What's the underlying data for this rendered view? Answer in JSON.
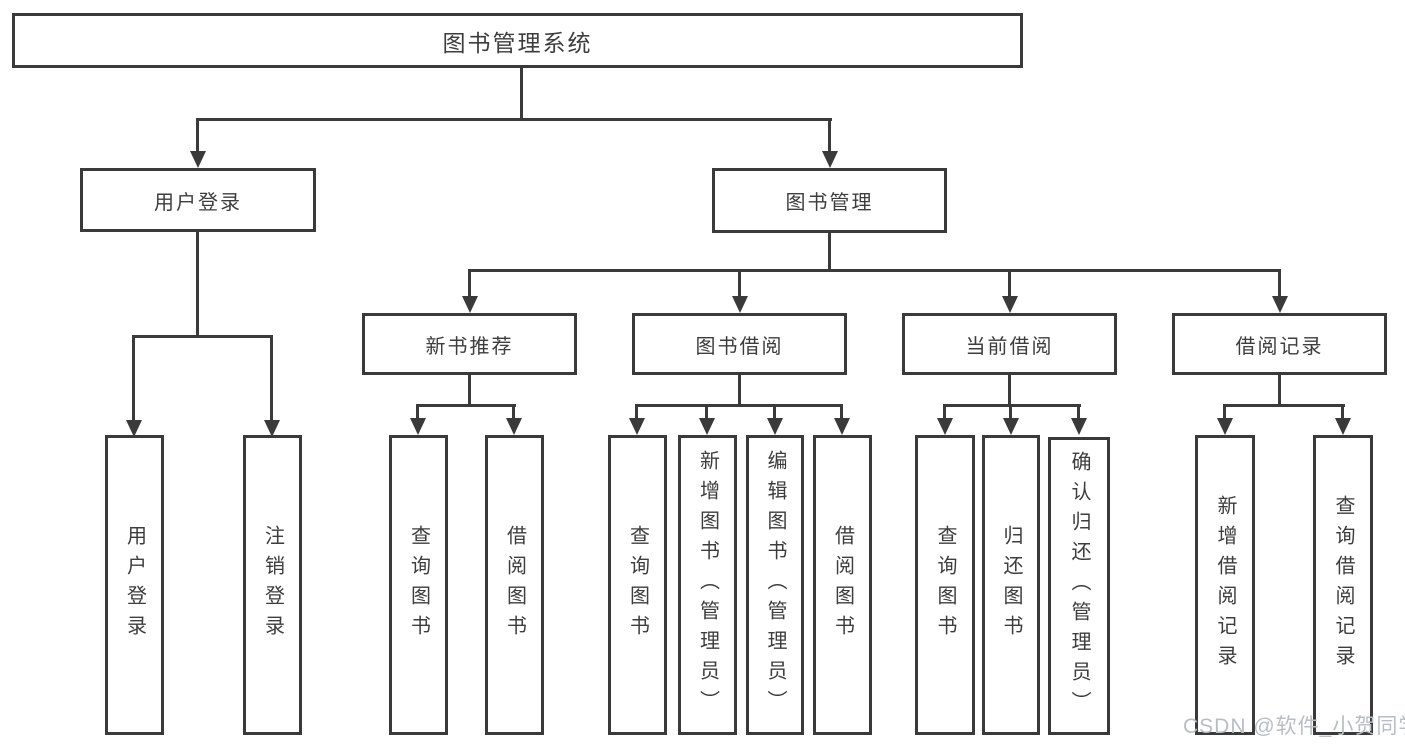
{
  "diagram": {
    "title": "图书管理系统",
    "level2": {
      "user_login": "用户登录",
      "book_mgmt": "图书管理"
    },
    "level3": {
      "new_books": "新书推荐",
      "borrow": "图书借阅",
      "current": "当前借阅",
      "records": "借阅记录"
    },
    "leaves": {
      "user_login": [
        "用户登录",
        "注销登录"
      ],
      "new_books": [
        "查询图书",
        "借阅图书"
      ],
      "borrow": [
        "查询图书",
        "新增图书（管理员）",
        "编辑图书（管理员）",
        "借阅图书"
      ],
      "current": [
        "查询图书",
        "归还图书",
        "确认归还（管理员）"
      ],
      "records": [
        "新增借阅记录",
        "查询借阅记录"
      ]
    }
  },
  "watermark": "CSDN @软件_小贺同学",
  "colors": {
    "line": "#3a3a3a",
    "text": "#3d3d3d",
    "watermark": "#b9bec4",
    "background": "#ffffff"
  }
}
